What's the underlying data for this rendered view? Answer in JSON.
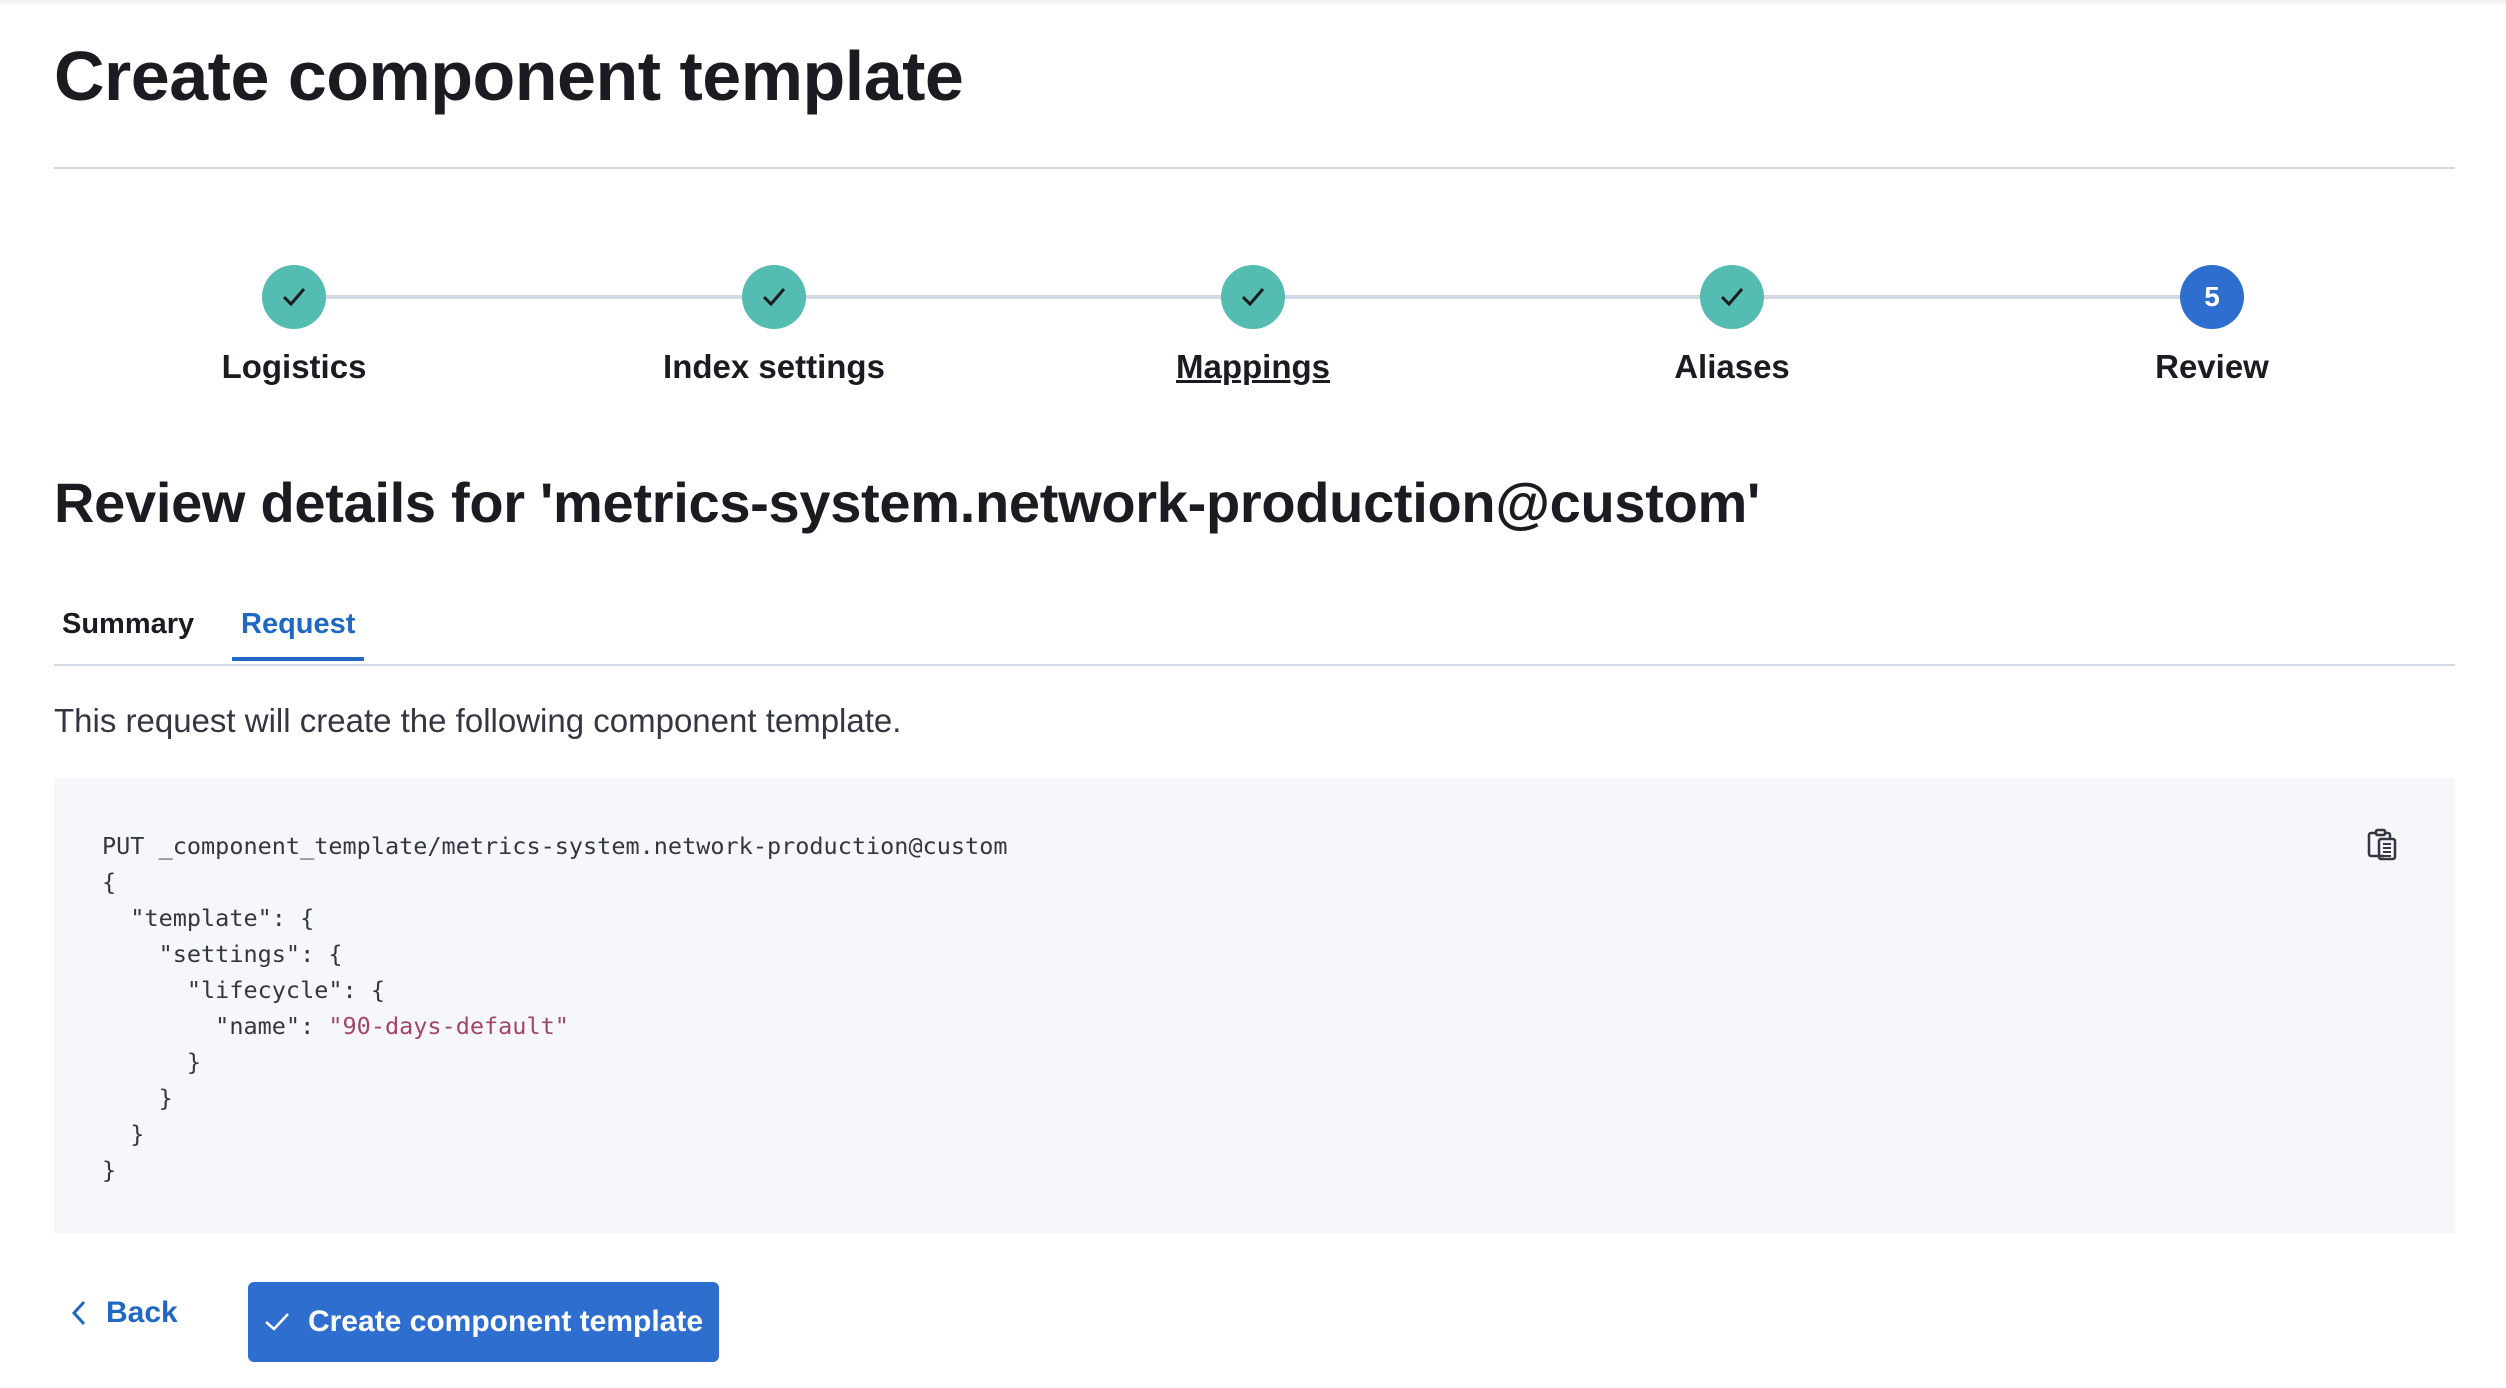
{
  "page": {
    "title": "Create component template"
  },
  "steps": [
    {
      "label": "Logistics",
      "status": "complete",
      "icon": "check-icon"
    },
    {
      "label": "Index settings",
      "status": "complete",
      "icon": "check-icon"
    },
    {
      "label": "Mappings",
      "status": "complete",
      "icon": "check-icon"
    },
    {
      "label": "Aliases",
      "status": "complete",
      "icon": "check-icon"
    },
    {
      "label": "Review",
      "status": "current",
      "number": "5"
    }
  ],
  "review": {
    "heading": "Review details for 'metrics-system.network-production@custom'",
    "tabs": [
      {
        "label": "Summary",
        "active": false
      },
      {
        "label": "Request",
        "active": true
      }
    ],
    "description": "This request will create the following component template.",
    "request_line": "PUT _component_template/metrics-system.network-production@custom",
    "code": {
      "open": "{",
      "l1": "  \"template\": {",
      "l2": "    \"settings\": {",
      "l3": "      \"lifecycle\": {",
      "l4_key": "        \"name\": ",
      "l4_value": "\"90-days-default\"",
      "l5": "      }",
      "l6": "    }",
      "l7": "  }",
      "close": "}"
    },
    "copy_icon": "clipboard-icon"
  },
  "footer": {
    "back_label": "Back",
    "create_label": "Create component template"
  },
  "colors": {
    "complete": "#54bcb1",
    "current": "#2e6ecf",
    "primary": "#2e6ecf",
    "link": "#1f69c2",
    "string": "#a3456b"
  }
}
